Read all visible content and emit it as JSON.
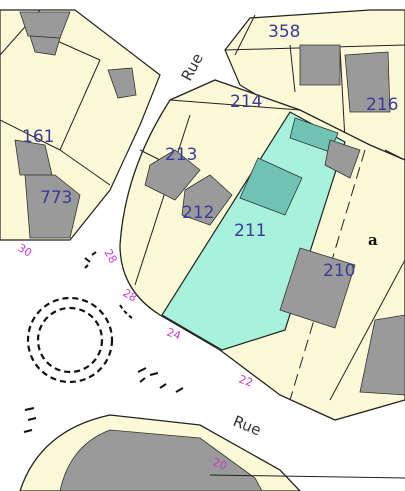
{
  "map": {
    "parcel_numbers": {
      "p358": "358",
      "p214": "214",
      "p216": "216",
      "p161": "161",
      "p213": "213",
      "p773": "773",
      "p212": "212",
      "p211": "211",
      "p210": "210"
    },
    "street_names": {
      "rue_upper": "Rue",
      "rue_lower": "Rue"
    },
    "street_numbers": {
      "n30": "30",
      "n28a": "28",
      "n28b": "28",
      "n24": "24",
      "n22": "22",
      "n20": "20"
    },
    "section_letter": "a",
    "colors": {
      "parcel_fill": "#fbf9d6",
      "building_fill": "#9a9a9a",
      "highlight_fill": "#a8f2dc",
      "highlight_building": "#6fc3b4",
      "line": "#222222",
      "parcel_label": "#3a3a9a",
      "street_number": "#c83cc8"
    }
  }
}
